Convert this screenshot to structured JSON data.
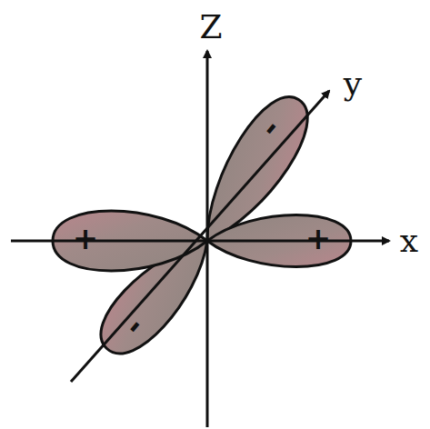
{
  "diagram": {
    "labels": [
      "Z",
      "y",
      "x",
      "+",
      "-",
      "+",
      "-"
    ]
  }
}
